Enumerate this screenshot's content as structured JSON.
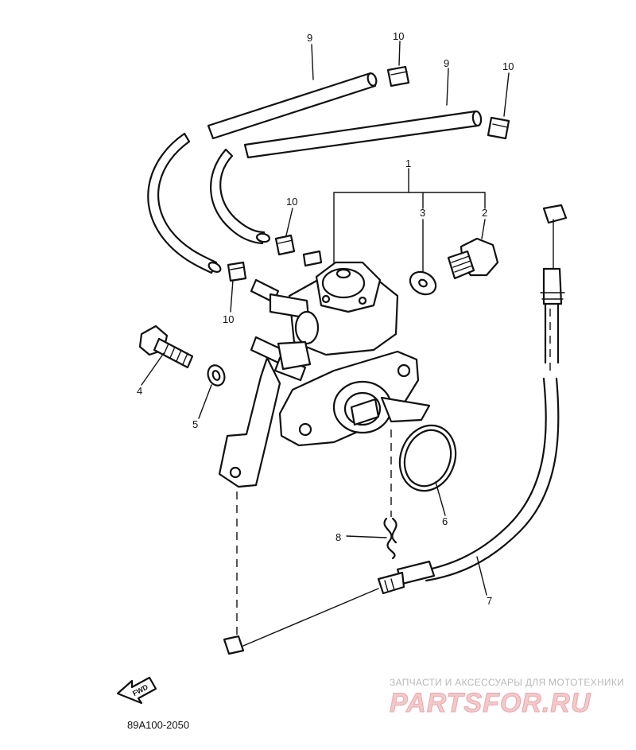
{
  "callouts": {
    "c1": "1",
    "c2": "2",
    "c3": "3",
    "c4": "4",
    "c5": "5",
    "c6": "6",
    "c7": "7",
    "c8": "8",
    "c9a": "9",
    "c9b": "9",
    "c10a": "10",
    "c10b": "10",
    "c10c": "10",
    "c10d": "10"
  },
  "fwd_label": "FWD",
  "diagram_code": "89A100-2050",
  "watermark": {
    "tagline": "ЗАПЧАСТИ И АКСЕССУАРЫ ДЛЯ МОТОТЕХНИКИ",
    "logo": "PARTSFOR.RU"
  },
  "colors": {
    "ink": "#111111",
    "watermark_pink": "#f3c9cb",
    "watermark_grey": "#b9b9b9"
  }
}
